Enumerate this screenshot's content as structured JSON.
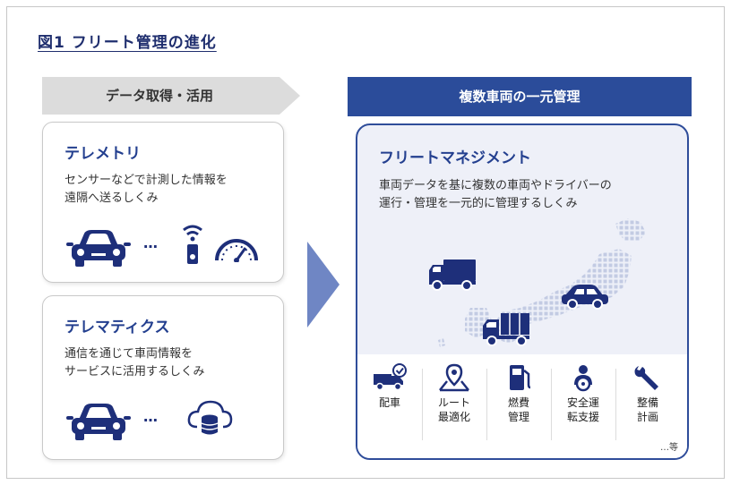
{
  "figure_title": "図1 フリート管理の進化",
  "left_header": "データ取得・活用",
  "telematics": {
    "title": "テレメトリ",
    "description": "センサーなどで計測した情報を\n遠隔へ送るしくみ",
    "dots": "…"
  },
  "telematics2": {
    "title": "テレマティクス",
    "description": "通信を通じて車両情報を\nサービスに活用するしくみ",
    "dots": "…"
  },
  "right_header": "複数車両の一元管理",
  "fleet_management": {
    "title": "フリートマネジメント",
    "description": "車両データを基に複数の車両やドライバーの\n運行・管理を一元的に管理するしくみ",
    "functions": [
      {
        "label": "配車",
        "icon": "truck-check-icon"
      },
      {
        "label": "ルート\n最適化",
        "icon": "route-pin-icon"
      },
      {
        "label": "燃費\n管理",
        "icon": "fuel-pump-icon"
      },
      {
        "label": "安全運\n転支援",
        "icon": "driver-wheel-icon"
      },
      {
        "label": "整備\n計画",
        "icon": "wrench-icon"
      }
    ],
    "etc": "…等"
  },
  "colors": {
    "navy": "#1e2f7a",
    "blue_header": "#2b4c9a",
    "light_panel": "#eef0f8",
    "arrow": "#6f86c4",
    "map_dots": "#c3cbe3"
  }
}
